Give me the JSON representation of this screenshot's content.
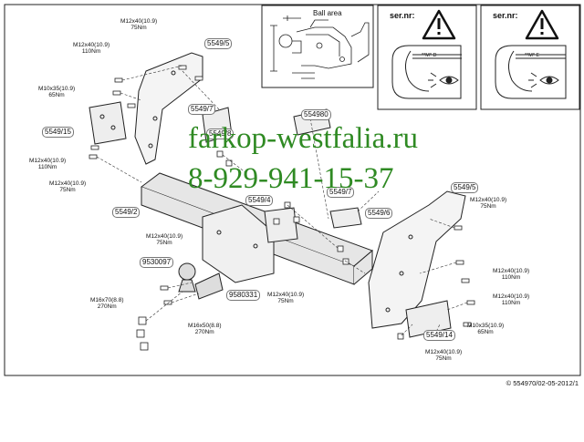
{
  "watermark": {
    "site": "farkop-westfalia.ru",
    "phone": "8-929-941-15-37",
    "color": "#2f8a23"
  },
  "ball_area": {
    "title": "Ball area"
  },
  "serial_panels": [
    {
      "label": "ser.nr:",
      "code": "**M* D"
    },
    {
      "label": "ser.nr:",
      "code": "**M* E"
    }
  ],
  "part_numbers": {
    "p5549_5_top": "5549/5",
    "p5549_7": "5549/7",
    "p554980": "554980",
    "p5549_8": "5549/8",
    "p5549_15": "5549/15",
    "p5549_2": "5549/2",
    "p5549_4": "5549/4",
    "p5549_7b": "5549/7",
    "p5549_6": "5549/6",
    "p5549_5_right": "5549/5",
    "p9530097": "9530097",
    "p9580331": "9580331",
    "p5549_14": "5549/14"
  },
  "torque_labels": {
    "t1": {
      "bolt": "M12x40(10.9)",
      "torque": "75Nm"
    },
    "t2": {
      "bolt": "M12x40(10.9)",
      "torque": "110Nm"
    },
    "t3": {
      "bolt": "M10x35(10.9)",
      "torque": "65Nm"
    },
    "t4": {
      "bolt": "M12x40(10.9)",
      "torque": "110Nm"
    },
    "t5": {
      "bolt": "M12x40(10.9)",
      "torque": "75Nm"
    },
    "t6": {
      "bolt": "M12x40(10.9)",
      "torque": "75Nm"
    },
    "t7": {
      "bolt": "M16x70(8.8)",
      "torque": "270Nm"
    },
    "t8": {
      "bolt": "M16x50(8.8)",
      "torque": "270Nm"
    },
    "t9": {
      "bolt": "M12x40(10.9)",
      "torque": "75Nm"
    },
    "t10": {
      "bolt": "M12x40(10.9)",
      "torque": "75Nm"
    },
    "t11": {
      "bolt": "M12x40(10.9)",
      "torque": "110Nm"
    },
    "t12": {
      "bolt": "M12x40(10.9)",
      "torque": "110Nm"
    },
    "t13": {
      "bolt": "M10x35(10.9)",
      "torque": "65Nm"
    },
    "t14": {
      "bolt": "M12x40(10.9)",
      "torque": "75Nm"
    }
  },
  "footer": {
    "copyright": "© 554970/02-05-2012/1"
  }
}
